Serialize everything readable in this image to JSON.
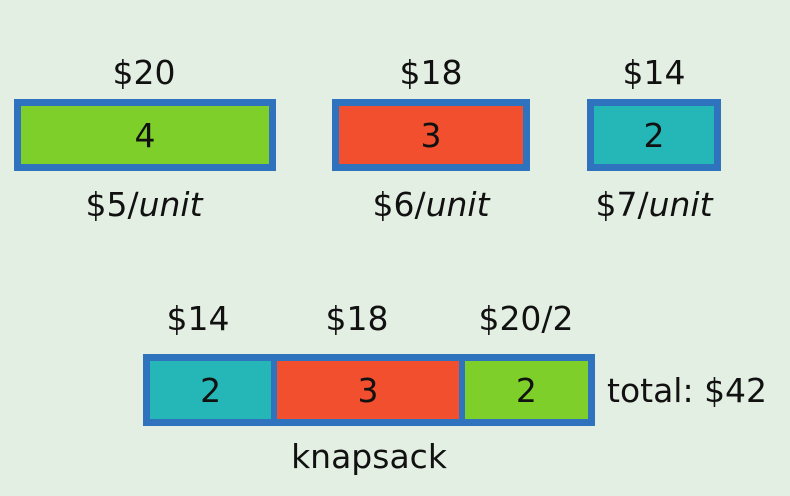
{
  "colors": {
    "background": "#e4efe4",
    "border": "#2f72be",
    "green": "#7fcf2b",
    "red": "#f24f2f",
    "teal": "#25b7b8"
  },
  "items": [
    {
      "price": "$20",
      "weight": "4",
      "rate_value": "$5/",
      "rate_unit": "unit",
      "color": "green"
    },
    {
      "price": "$18",
      "weight": "3",
      "rate_value": "$6/",
      "rate_unit": "unit",
      "color": "red"
    },
    {
      "price": "$14",
      "weight": "2",
      "rate_value": "$7/",
      "rate_unit": "unit",
      "color": "teal"
    }
  ],
  "knapsack": {
    "segment_prices": [
      "$14",
      "$18",
      "$20/2"
    ],
    "segment_weights": [
      "2",
      "3",
      "2"
    ],
    "segment_colors": [
      "teal",
      "red",
      "green"
    ],
    "label": "knapsack",
    "total": "total: $42"
  }
}
